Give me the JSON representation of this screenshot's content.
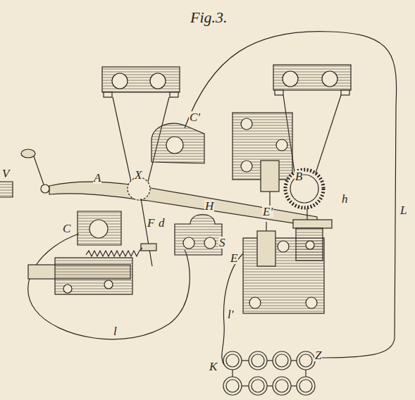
{
  "diagram": {
    "title": "Fig.3.",
    "labels": [
      "C'",
      "V",
      "A",
      "X",
      "B",
      "h",
      "L",
      "H",
      "E'",
      "d",
      "C",
      "F",
      "S",
      "E",
      "l",
      "l'",
      "K",
      "Z"
    ]
  }
}
